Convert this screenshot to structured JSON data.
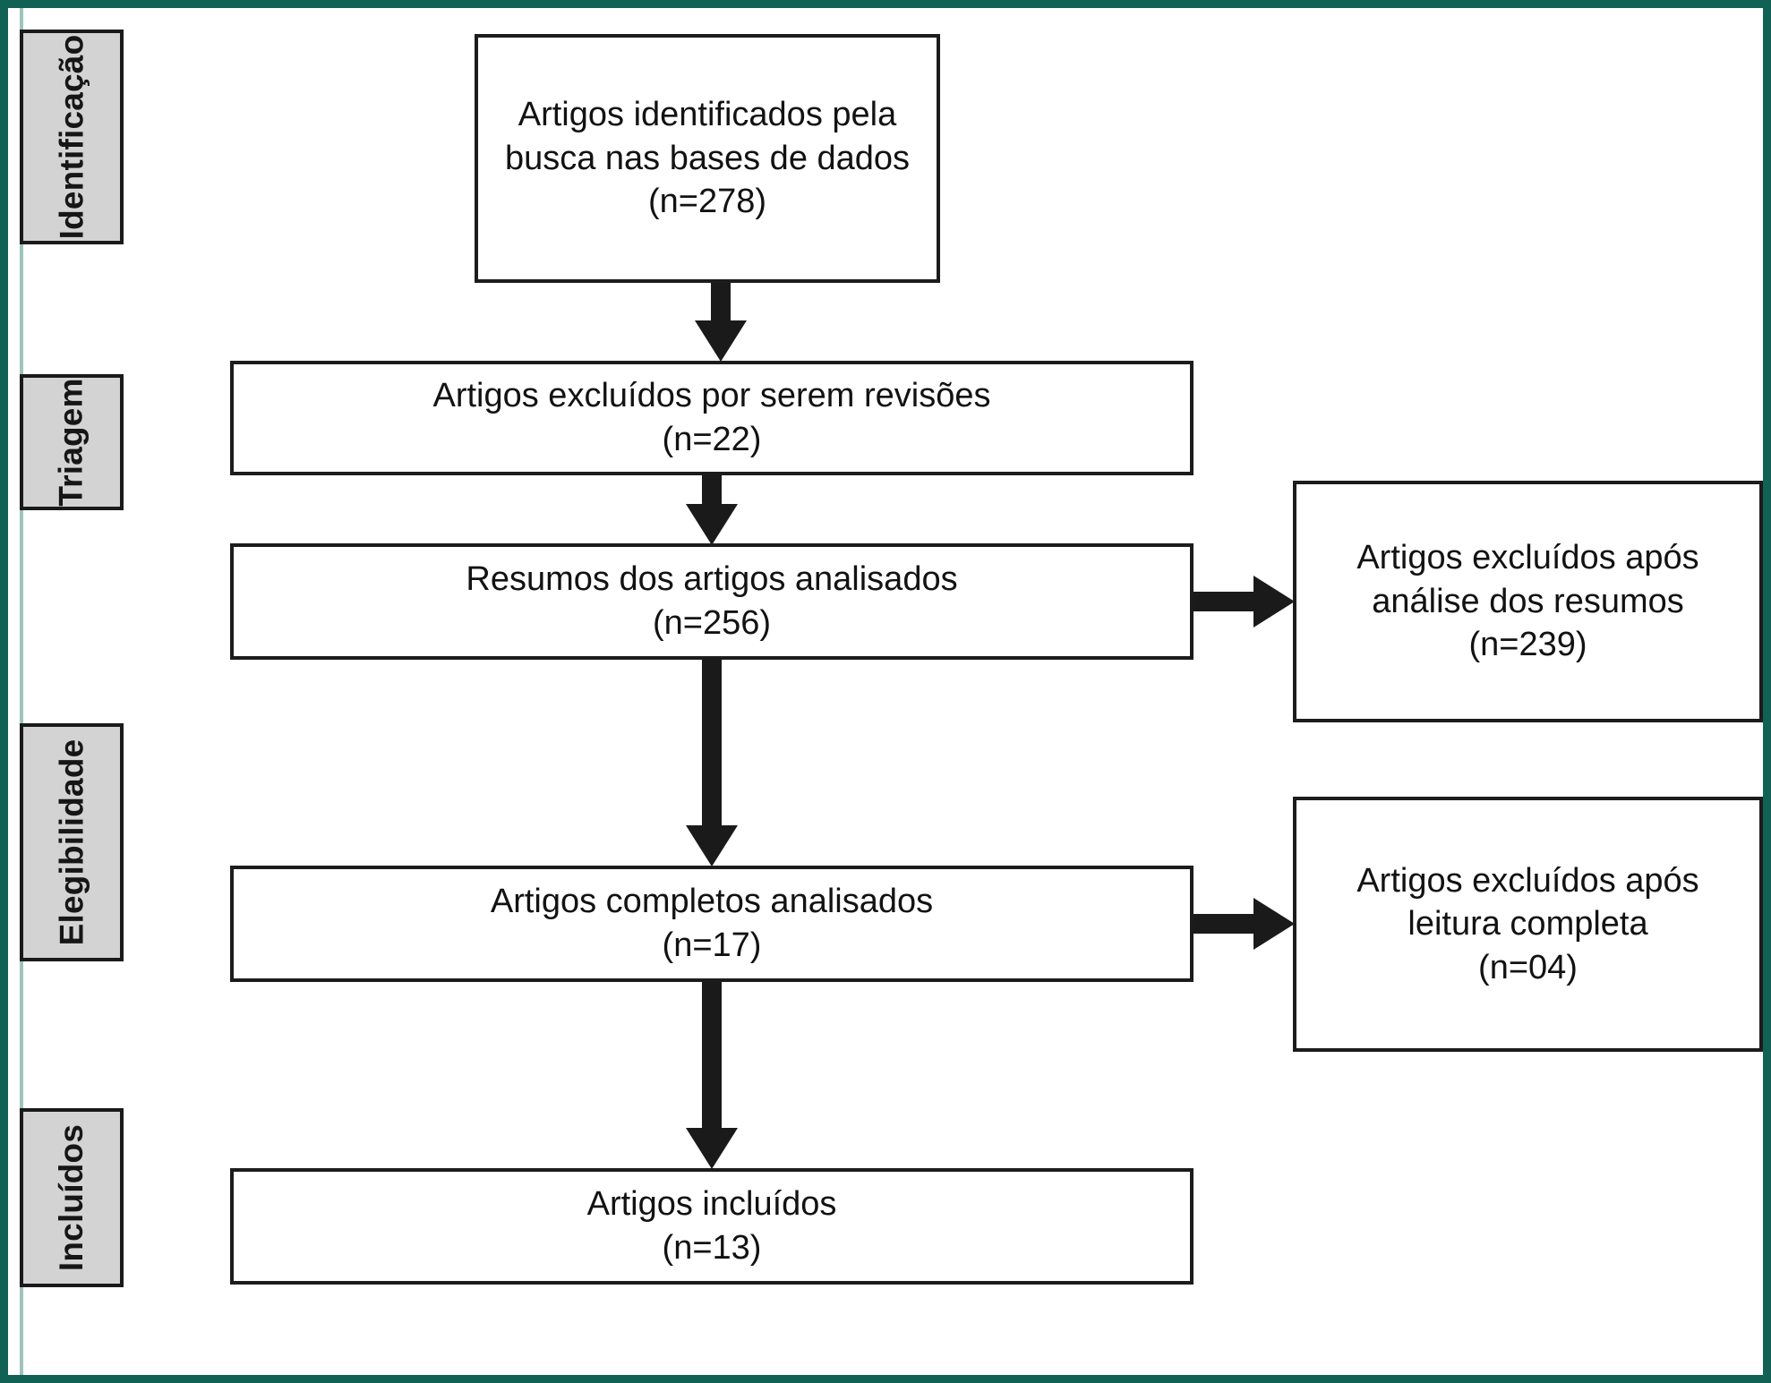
{
  "figure": {
    "type": "prisma-flow-diagram",
    "language": "pt-BR",
    "frame_color": "#116255",
    "stage_label_fill": "#d3d3d3",
    "box_border_color": "#1c1c1c",
    "arrow_color": "#1a1a1a"
  },
  "stages": [
    {
      "id": "identificacao",
      "label": "Identificação"
    },
    {
      "id": "triagem",
      "label": "Triagem"
    },
    {
      "id": "elegibilidade",
      "label": "Elegibilidade"
    },
    {
      "id": "incluidos",
      "label": "Incluídos"
    }
  ],
  "boxes": {
    "identified": {
      "line1": "Artigos identificados pela",
      "line2": "busca nas bases de dados",
      "line3": "(n=278)",
      "n": 278
    },
    "excluded_reviews": {
      "line1": "Artigos excluídos por serem revisões",
      "line2": "(n=22)",
      "n": 22
    },
    "abstracts_analyzed": {
      "line1": "Resumos dos artigos analisados",
      "line2": "(n=256)",
      "n": 256
    },
    "excluded_after_abstracts": {
      "line1": "Artigos excluídos após",
      "line2": "análise dos resumos",
      "line3": "(n=239)",
      "n": 239
    },
    "full_text_analyzed": {
      "line1": "Artigos completos analisados",
      "line2": "(n=17)",
      "n": 17
    },
    "excluded_after_full_text": {
      "line1": "Artigos excluídos após",
      "line2": "leitura completa",
      "line3": "(n=04)",
      "n": 4
    },
    "included": {
      "line1": "Artigos incluídos",
      "line2": "(n=13)",
      "n": 13
    }
  },
  "arrows": [
    {
      "id": "identified-to-excluded-reviews",
      "direction": "down",
      "from": "identified",
      "to": "excluded_reviews"
    },
    {
      "id": "excluded-reviews-to-abstracts",
      "direction": "down",
      "from": "excluded_reviews",
      "to": "abstracts_analyzed"
    },
    {
      "id": "abstracts-to-excluded-abstracts",
      "direction": "right",
      "from": "abstracts_analyzed",
      "to": "excluded_after_abstracts"
    },
    {
      "id": "abstracts-to-full-text",
      "direction": "down",
      "from": "abstracts_analyzed",
      "to": "full_text_analyzed"
    },
    {
      "id": "full-text-to-excluded-full-text",
      "direction": "right",
      "from": "full_text_analyzed",
      "to": "excluded_after_full_text"
    },
    {
      "id": "full-text-to-included",
      "direction": "down",
      "from": "full_text_analyzed",
      "to": "included"
    }
  ]
}
